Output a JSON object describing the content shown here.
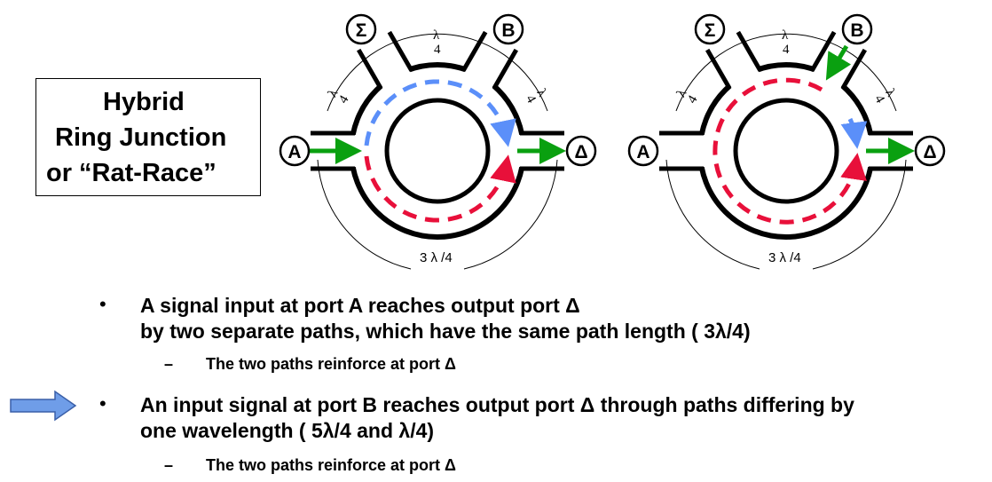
{
  "title": {
    "line1": "Hybrid",
    "line2": "Ring Junction",
    "line3": "or “Rat-Race”"
  },
  "diagram": {
    "ports": {
      "a": "A",
      "b": "B",
      "sum": "Σ",
      "delta": "Δ"
    },
    "quarter": "λ",
    "quarter_den": "4",
    "three_quarter": "3 λ /4",
    "colors": {
      "path1": "#5b8ff9",
      "path2": "#e8103a",
      "signal": "#0aa010"
    }
  },
  "bullets": [
    {
      "line1": "A signal input at port A reaches output port Δ",
      "line2": "by two separate paths, which have the same path length ( 3λ/4)",
      "sub": "The two paths reinforce at port Δ"
    },
    {
      "line1": "An input signal at port B reaches output port Δ through paths differing by",
      "line2": "one wavelength  ( 5λ/4  and λ/4)",
      "sub": "The two paths reinforce at port Δ"
    }
  ],
  "bullet_char": "•",
  "dash_char": "–"
}
